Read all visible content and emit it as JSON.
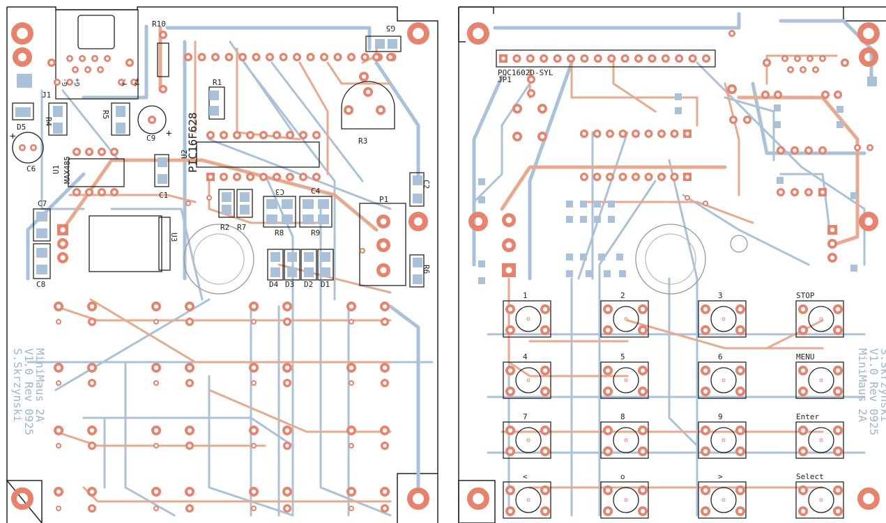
{
  "colors": {
    "copper_top": "#e9826a",
    "copper_bottom": "#a9c1d9",
    "silkscreen": "#222222",
    "pad_fill": "#e9826a",
    "board_outline": "#222222"
  },
  "left_board": {
    "component_labels": {
      "r10": "R10",
      "g5": "G5",
      "j1": "J1",
      "g_minus": "G-",
      "g_plus": "G+",
      "y_minus": "Y-",
      "y_plus": "Y+",
      "r1": "R1",
      "r4": "R4",
      "r5": "R5",
      "d5": "D5",
      "c6": "C6",
      "c9": "C9",
      "u1": "U1",
      "max485": "MAX485",
      "u2": "U2",
      "pic": "PIC16F628",
      "r3": "R3",
      "c1": "C1",
      "c3": "C3",
      "c4": "C4",
      "c2": "C2",
      "p1": "P1",
      "c7": "C7",
      "r2": "R2",
      "r7": "R7",
      "r8": "R8",
      "r9": "R9",
      "u3": "U3",
      "c8": "C8",
      "d4": "D4",
      "d3": "D3",
      "d2": "D2",
      "d1": "D1",
      "r6": "R6"
    },
    "side_text": [
      "MiniMaus 2A",
      "V1.0 Rev 0925",
      "S.Skrzynski"
    ]
  },
  "right_board": {
    "display_label": "PQC1602D-SYL",
    "jp_label": "JP1",
    "keys": [
      "1",
      "2",
      "3",
      "STOP",
      "4",
      "5",
      "6",
      "MENU",
      "7",
      "8",
      "9",
      "Enter",
      "<",
      "o",
      ">",
      "Select"
    ],
    "side_text": [
      "MiniMaus 2A",
      "V1.0 Rev 0925",
      "S.Skrzynski"
    ]
  }
}
